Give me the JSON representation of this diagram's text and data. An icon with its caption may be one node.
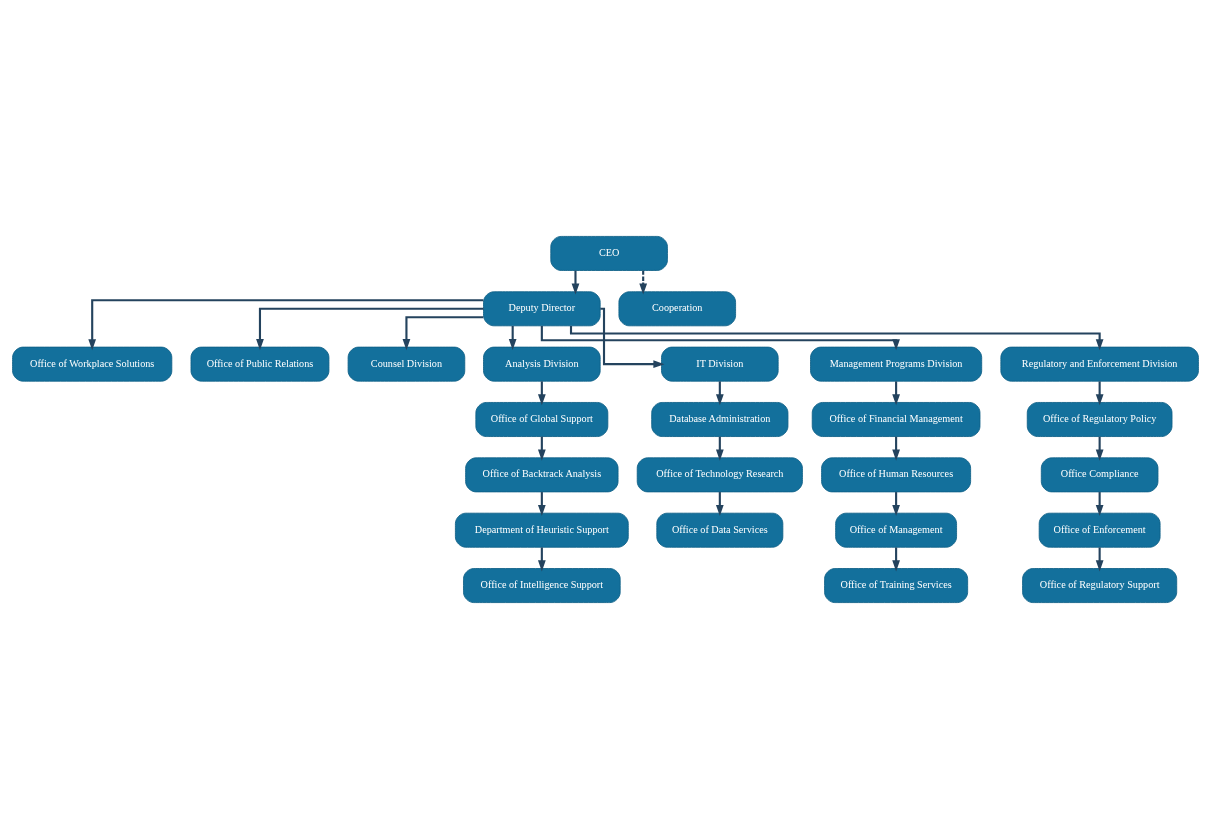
{
  "diagram": {
    "nodes": [
      {
        "text": [
          "CEO"
        ]
      },
      {
        "text": [
          "Deputy Director"
        ]
      },
      {
        "text": [
          "Office of Workplace Solutions"
        ]
      },
      {
        "text": [
          "Office of Public Relations"
        ]
      },
      {
        "text": [
          "Counsel Division"
        ]
      },
      {
        "text": [
          "Cooperation"
        ]
      },
      {
        "text": [
          "Analysis Division"
        ]
      },
      {
        "text": [
          "IT Division"
        ]
      },
      {
        "text": [
          "Management Programs Division"
        ]
      },
      {
        "text": [
          "Regulatory and Enforcement Division"
        ]
      },
      {
        "text": [
          "Office of Global Support"
        ]
      },
      {
        "text": [
          "Office of Backtrack Analysis"
        ]
      },
      {
        "text": [
          "Department of Heuristic Support"
        ]
      },
      {
        "text": [
          "Office of Intelligence Support"
        ]
      },
      {
        "text": [
          "Database Administration"
        ]
      },
      {
        "text": [
          "Office of Technology Research"
        ]
      },
      {
        "text": [
          "Office of Data Services"
        ]
      },
      {
        "text": [
          "Office of Financial Management"
        ]
      },
      {
        "text": [
          "Office of Human Resources"
        ]
      },
      {
        "text": [
          "Office of Management"
        ]
      },
      {
        "text": [
          "Office of Training Services"
        ]
      },
      {
        "text": [
          "Office of Regulatory Policy"
        ]
      },
      {
        "text": [
          "Office Compliance"
        ]
      },
      {
        "text": [
          "Office of Enforcement"
        ]
      },
      {
        "text": [
          "Office of Regulatory Support"
        ]
      }
    ],
    "edges": [
      {
        "from": 0,
        "to": 1,
        "arrow": "to"
      },
      {
        "from": 0,
        "to": 5,
        "arrow": "to",
        "style": "dashed"
      },
      {
        "from": 1,
        "to": 2,
        "arrow": "to"
      },
      {
        "from": 1,
        "to": 3,
        "arrow": "to"
      },
      {
        "from": 1,
        "to": 4,
        "arrow": "to"
      },
      {
        "from": 1,
        "to": 6,
        "arrow": "to"
      },
      {
        "from": 1,
        "to": 7,
        "arrow": "to"
      },
      {
        "from": 1,
        "to": 8,
        "arrow": "to"
      },
      {
        "from": 1,
        "to": 9,
        "arrow": "to"
      },
      {
        "from": 6,
        "to": 10,
        "arrow": "to"
      },
      {
        "from": 10,
        "to": 11,
        "arrow": "to"
      },
      {
        "from": 11,
        "to": 12,
        "arrow": "to"
      },
      {
        "from": 12,
        "to": 13,
        "arrow": "to"
      },
      {
        "from": 7,
        "to": 14,
        "arrow": "to"
      },
      {
        "from": 14,
        "to": 15,
        "arrow": "to"
      },
      {
        "from": 15,
        "to": 16,
        "arrow": "to"
      },
      {
        "from": 8,
        "to": 17,
        "arrow": "to"
      },
      {
        "from": 17,
        "to": 18,
        "arrow": "to"
      },
      {
        "from": 18,
        "to": 19,
        "arrow": "to"
      },
      {
        "from": 19,
        "to": 20,
        "arrow": "to"
      },
      {
        "from": 9,
        "to": 21,
        "arrow": "to"
      },
      {
        "from": 21,
        "to": 22,
        "arrow": "to"
      },
      {
        "from": 22,
        "to": 23,
        "arrow": "to"
      },
      {
        "from": 23,
        "to": 24,
        "arrow": "to"
      }
    ]
  }
}
